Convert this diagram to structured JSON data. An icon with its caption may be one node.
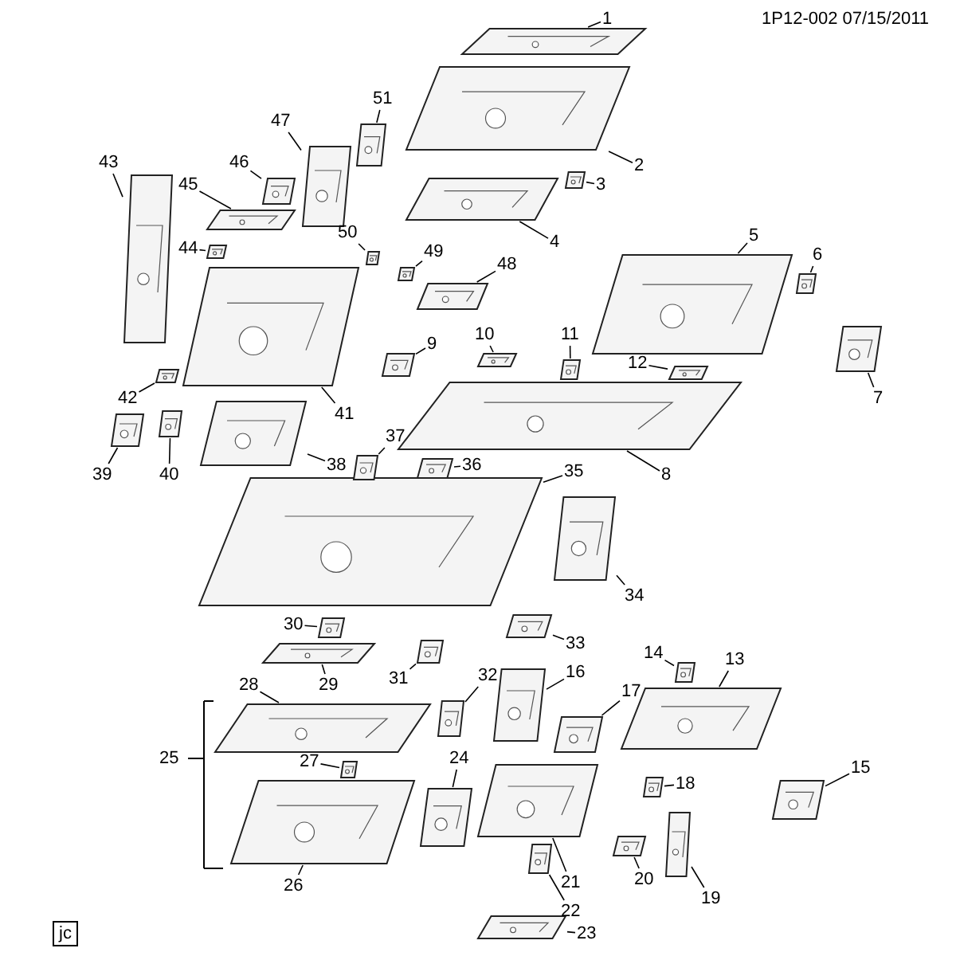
{
  "diagram": {
    "nodes": [
      {
        "text": [
          "1"
        ]
      },
      {
        "text": [],
        "shape": "picture"
      },
      {
        "text": [
          "2"
        ]
      },
      {
        "text": [],
        "shape": "picture"
      },
      {
        "text": [
          "3"
        ]
      },
      {
        "text": [],
        "shape": "picture"
      },
      {
        "text": [
          "4"
        ]
      },
      {
        "text": [],
        "shape": "picture"
      },
      {
        "text": [
          "5"
        ]
      },
      {
        "text": [],
        "shape": "picture"
      },
      {
        "text": [
          "6"
        ]
      },
      {
        "text": [],
        "shape": "picture"
      },
      {
        "text": [
          "7"
        ]
      },
      {
        "text": [],
        "shape": "picture"
      },
      {
        "text": [
          "8"
        ]
      },
      {
        "text": [],
        "shape": "picture"
      },
      {
        "text": [
          "9"
        ]
      },
      {
        "text": [],
        "shape": "picture"
      },
      {
        "text": [
          "10"
        ]
      },
      {
        "text": [],
        "shape": "picture"
      },
      {
        "text": [
          "11"
        ]
      },
      {
        "text": [],
        "shape": "picture"
      },
      {
        "text": [
          "12"
        ]
      },
      {
        "text": [],
        "shape": "picture"
      },
      {
        "text": [
          "13"
        ]
      },
      {
        "text": [],
        "shape": "picture"
      },
      {
        "text": [
          "14"
        ]
      },
      {
        "text": [],
        "shape": "picture"
      },
      {
        "text": [
          "15"
        ]
      },
      {
        "text": [],
        "shape": "picture"
      },
      {
        "text": [
          "16"
        ]
      },
      {
        "text": [],
        "shape": "picture"
      },
      {
        "text": [
          "17"
        ]
      },
      {
        "text": [],
        "shape": "picture"
      },
      {
        "text": [
          "18"
        ]
      },
      {
        "text": [],
        "shape": "picture"
      },
      {
        "text": [
          "19"
        ]
      },
      {
        "text": [],
        "shape": "picture"
      },
      {
        "text": [
          "20"
        ]
      },
      {
        "text": [],
        "shape": "picture"
      },
      {
        "text": [
          "21"
        ]
      },
      {
        "text": [],
        "shape": "picture"
      },
      {
        "text": [
          "22"
        ]
      },
      {
        "text": [],
        "shape": "picture"
      },
      {
        "text": [
          "23"
        ]
      },
      {
        "text": [],
        "shape": "picture"
      },
      {
        "text": [
          "24"
        ]
      },
      {
        "text": [],
        "shape": "picture"
      },
      {
        "text": [
          "26"
        ]
      },
      {
        "text": [],
        "shape": "picture"
      },
      {
        "text": [
          "27"
        ]
      },
      {
        "text": [],
        "shape": "picture"
      },
      {
        "text": [
          "28"
        ]
      },
      {
        "text": [],
        "shape": "picture"
      },
      {
        "text": [
          "29"
        ]
      },
      {
        "text": [],
        "shape": "picture"
      },
      {
        "text": [
          "30"
        ]
      },
      {
        "text": [],
        "shape": "picture"
      },
      {
        "text": [
          "31"
        ]
      },
      {
        "text": [],
        "shape": "picture"
      },
      {
        "text": [
          "32"
        ]
      },
      {
        "text": [],
        "shape": "picture"
      },
      {
        "text": [
          "33"
        ]
      },
      {
        "text": [],
        "shape": "picture"
      },
      {
        "text": [
          "34"
        ]
      },
      {
        "text": [],
        "shape": "picture"
      },
      {
        "text": [
          "35"
        ]
      },
      {
        "text": [],
        "shape": "picture"
      },
      {
        "text": [
          "36"
        ]
      },
      {
        "text": [],
        "shape": "picture"
      },
      {
        "text": [
          "37"
        ]
      },
      {
        "text": [],
        "shape": "picture"
      },
      {
        "text": [
          "38"
        ]
      },
      {
        "text": [],
        "shape": "picture"
      },
      {
        "text": [
          "39"
        ]
      },
      {
        "text": [],
        "shape": "picture"
      },
      {
        "text": [
          "40"
        ]
      },
      {
        "text": [],
        "shape": "picture"
      },
      {
        "text": [
          "41"
        ]
      },
      {
        "text": [],
        "shape": "picture"
      },
      {
        "text": [
          "42"
        ]
      },
      {
        "text": [],
        "shape": "picture"
      },
      {
        "text": [
          "43"
        ]
      },
      {
        "text": [],
        "shape": "picture"
      },
      {
        "text": [
          "44"
        ]
      },
      {
        "text": [],
        "shape": "picture"
      },
      {
        "text": [
          "45"
        ]
      },
      {
        "text": [],
        "shape": "picture"
      },
      {
        "text": [
          "46"
        ]
      },
      {
        "text": [],
        "shape": "picture"
      },
      {
        "text": [
          "47"
        ]
      },
      {
        "text": [],
        "shape": "picture"
      },
      {
        "text": [
          "48"
        ]
      },
      {
        "text": [],
        "shape": "picture"
      },
      {
        "text": [
          "49"
        ]
      },
      {
        "text": [],
        "shape": "picture"
      },
      {
        "text": [
          "50"
        ]
      },
      {
        "text": [],
        "shape": "picture"
      },
      {
        "text": [
          "51"
        ]
      },
      {
        "text": [],
        "shape": "picture"
      }
    ],
    "edges": [
      {
        "from": 0,
        "to": 1,
        "arrow": "none"
      },
      {
        "from": 2,
        "to": 3,
        "arrow": "none"
      },
      {
        "from": 4,
        "to": 5,
        "arrow": "none"
      },
      {
        "from": 6,
        "to": 7,
        "arrow": "none"
      },
      {
        "from": 8,
        "to": 9,
        "arrow": "none"
      },
      {
        "from": 10,
        "to": 11,
        "arrow": "none"
      },
      {
        "from": 12,
        "to": 13,
        "arrow": "none"
      },
      {
        "from": 14,
        "to": 15,
        "arrow": "none"
      },
      {
        "from": 16,
        "to": 17,
        "arrow": "none"
      },
      {
        "from": 18,
        "to": 19,
        "arrow": "none"
      },
      {
        "from": 20,
        "to": 21,
        "arrow": "none"
      },
      {
        "from": 22,
        "to": 23,
        "arrow": "none"
      },
      {
        "from": 24,
        "to": 25,
        "arrow": "none"
      },
      {
        "from": 26,
        "to": 27,
        "arrow": "none"
      },
      {
        "from": 28,
        "to": 29,
        "arrow": "none"
      },
      {
        "from": 30,
        "to": 31,
        "arrow": "none"
      },
      {
        "from": 32,
        "to": 33,
        "arrow": "none"
      },
      {
        "from": 34,
        "to": 35,
        "arrow": "none"
      },
      {
        "from": 36,
        "to": 37,
        "arrow": "none"
      },
      {
        "from": 38,
        "to": 39,
        "arrow": "none"
      },
      {
        "from": 40,
        "to": 41,
        "arrow": "none"
      },
      {
        "from": 42,
        "to": 43,
        "arrow": "none"
      },
      {
        "from": 44,
        "to": 45,
        "arrow": "none"
      },
      {
        "from": 46,
        "to": 47,
        "arrow": "none"
      },
      {
        "from": 48,
        "to": 49,
        "arrow": "none"
      },
      {
        "from": 50,
        "to": 51,
        "arrow": "none"
      },
      {
        "from": 52,
        "to": 53,
        "arrow": "none"
      },
      {
        "from": 54,
        "to": 55,
        "arrow": "none"
      },
      {
        "from": 56,
        "to": 57,
        "arrow": "none"
      },
      {
        "from": 58,
        "to": 59,
        "arrow": "none"
      },
      {
        "from": 60,
        "to": 61,
        "arrow": "none"
      },
      {
        "from": 62,
        "to": 63,
        "arrow": "none"
      },
      {
        "from": 64,
        "to": 65,
        "arrow": "none"
      },
      {
        "from": 66,
        "to": 67,
        "arrow": "none"
      },
      {
        "from": 68,
        "to": 69,
        "arrow": "none"
      },
      {
        "from": 70,
        "to": 71,
        "arrow": "none"
      },
      {
        "from": 72,
        "to": 73,
        "arrow": "none"
      },
      {
        "from": 74,
        "to": 75,
        "arrow": "none"
      },
      {
        "from": 76,
        "to": 77,
        "arrow": "none"
      },
      {
        "from": 78,
        "to": 79,
        "arrow": "none"
      },
      {
        "from": 80,
        "to": 81,
        "arrow": "none"
      },
      {
        "from": 82,
        "to": 83,
        "arrow": "none"
      },
      {
        "from": 84,
        "to": 85,
        "arrow": "none"
      },
      {
        "from": 86,
        "to": 87,
        "arrow": "none"
      },
      {
        "from": 88,
        "to": 89,
        "arrow": "none"
      },
      {
        "from": 90,
        "to": 91,
        "arrow": "none"
      },
      {
        "from": 92,
        "to": 93,
        "arrow": "none"
      },
      {
        "from": 94,
        "to": 95,
        "arrow": "none"
      },
      {
        "from": 96,
        "to": 97,
        "arrow": "none"
      },
      {
        "from": 98,
        "to": 99,
        "arrow": "none"
      }
    ],
    "labels": [
      "1P12-002 07/15/2011",
      "25",
      "jc"
    ]
  }
}
